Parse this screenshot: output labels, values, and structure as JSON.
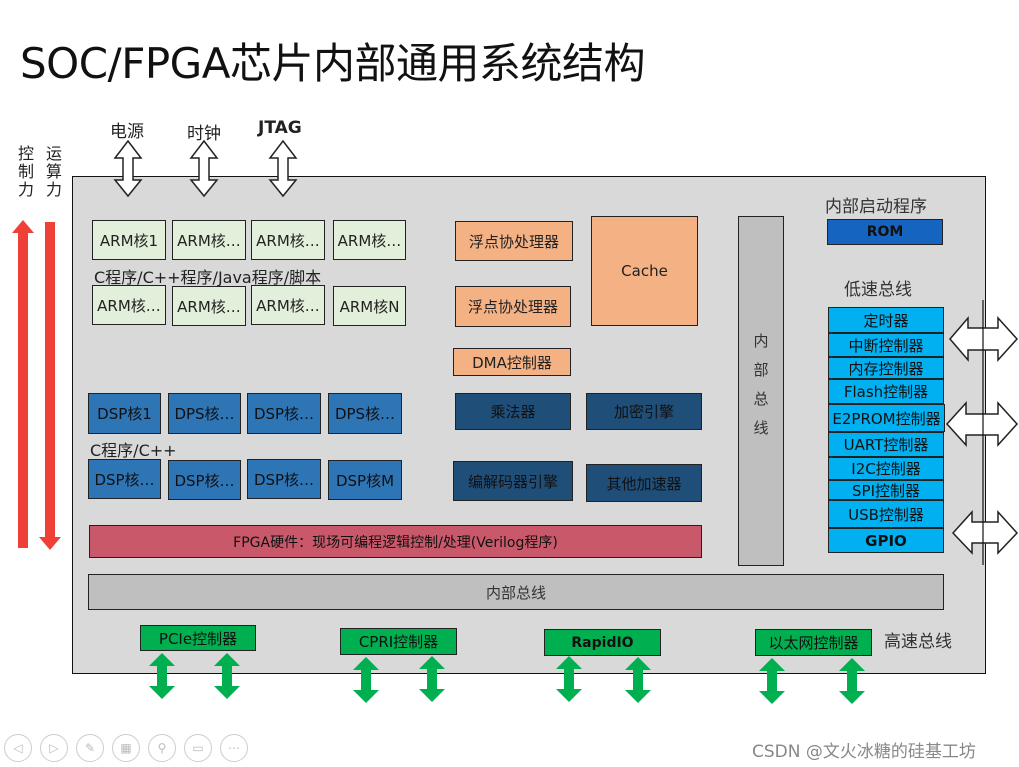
{
  "title": "SOC/FPGA芯片内部通用系统结构",
  "side_labels": {
    "control": "控制力",
    "compute": "运算力"
  },
  "top_io": [
    {
      "label": "电源",
      "icon": "double-vertical-arrow-icon"
    },
    {
      "label": "时钟",
      "icon": "double-vertical-arrow-icon"
    },
    {
      "label": "JTAG",
      "icon": "double-vertical-arrow-icon"
    }
  ],
  "arm_cores": {
    "row1": [
      "ARM核1",
      "ARM核…",
      "ARM核…",
      "ARM核…"
    ],
    "row2": [
      "ARM核…",
      "ARM核…",
      "ARM核…",
      "ARM核N"
    ],
    "caption": "C程序/C++程序/Java程序/脚本"
  },
  "dsp_cores": {
    "row1": [
      "DSP核1",
      "DPS核…",
      "DSP核…",
      "DPS核…"
    ],
    "row2": [
      "DSP核…",
      "DSP核…",
      "DSP核…",
      "DSP核M"
    ],
    "caption": "C程序/C++"
  },
  "coprocessors": {
    "fpu1": "浮点协处理器",
    "fpu2": "浮点协处理器",
    "cache": "Cache",
    "dma": "DMA控制器"
  },
  "accelerators": {
    "multiplier": "乘法器",
    "crypto": "加密引擎",
    "codec": "编解码器引擎",
    "other": "其他加速器"
  },
  "fpga": "FPGA硬件：现场可编程逻辑控制/处理(Verilog程序)",
  "internal_bus_vertical": "内部总线",
  "internal_bus_horizontal": "内部总线",
  "boot": {
    "label": "内部启动程序",
    "rom": "ROM"
  },
  "low_speed_bus": {
    "label": "低速总线",
    "items": [
      "定时器",
      "中断控制器",
      "内存控制器",
      "Flash控制器",
      "E2PROM控制器",
      "UART控制器",
      "I2C控制器",
      "SPI控制器",
      "USB控制器",
      "GPIO"
    ]
  },
  "high_speed_bus": {
    "label": "高速总线",
    "items": [
      "PCIe控制器",
      "CPRI控制器",
      "RapidIO",
      "以太网控制器"
    ]
  },
  "colors": {
    "arm": "#e2efda",
    "dsp": "#2e75b6",
    "fpu": "#f4b183",
    "accelerator": "#1f4e79",
    "fpga": "#c9596a",
    "bus": "#bfbfbf",
    "rom": "#1565c0",
    "low_speed": "#00b0f0",
    "high_speed": "#00b050",
    "red_arrow": "#ee4036",
    "chip_bg": "#d9d9d9"
  },
  "toolbar": {
    "buttons": [
      {
        "icon": "previous-icon",
        "glyph": "◁"
      },
      {
        "icon": "next-icon",
        "glyph": "▷"
      },
      {
        "icon": "pen-icon",
        "glyph": "✎"
      },
      {
        "icon": "slides-icon",
        "glyph": "▦"
      },
      {
        "icon": "zoom-icon",
        "glyph": "⚲"
      },
      {
        "icon": "subtitle-icon",
        "glyph": "▭"
      },
      {
        "icon": "more-icon",
        "glyph": "⋯"
      }
    ]
  },
  "watermark": "CSDN @文火冰糖的硅基工坊"
}
